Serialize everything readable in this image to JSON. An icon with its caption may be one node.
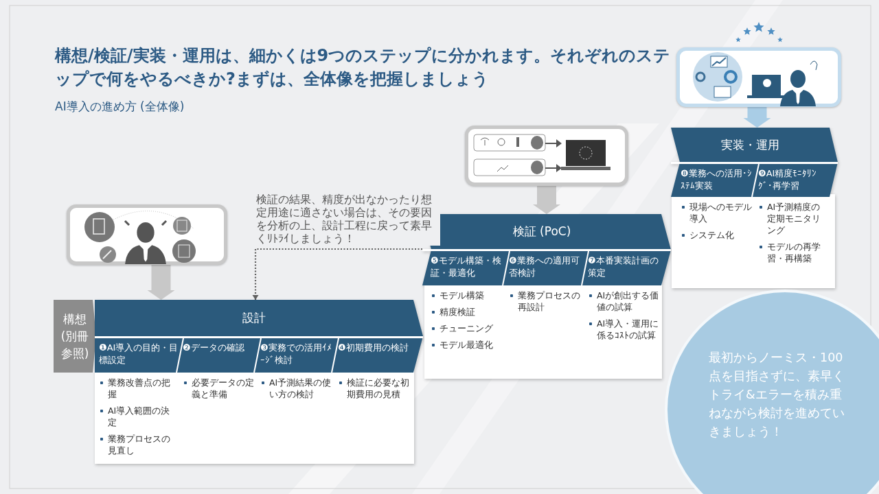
{
  "diagram": {
    "title": "構想/検証/実装・運用は、細かくは9つのステップに分かれます。それぞれのステップで何をやるべきか?まずは、全体像を把握しましょう",
    "nodes": [
      {
        "text": [
          "構想(別冊参照)"
        ]
      },
      {
        "text": [],
        "shape": "picture"
      },
      {
        "text": [
          "設計"
        ]
      },
      {
        "text": [
          "❶AI導入の目的・目標設定",
          "業務改善点の把握",
          "AI導入範囲の決定",
          "業務プロセスの見直し"
        ],
        "in": 2
      },
      {
        "text": [
          "❷データの確認",
          "必要データの定義と準備"
        ],
        "in": 2
      },
      {
        "text": [
          "❸実務での活用ｲﾒｰｼﾞ検討",
          "AI予測結果の使い方の検討"
        ],
        "in": 2
      },
      {
        "text": [
          "❹初期費用の検討",
          "検証に必要な初期費用の見積"
        ],
        "in": 2
      },
      {
        "text": [],
        "shape": "picture"
      },
      {
        "text": [
          "検証 (PoC)"
        ]
      },
      {
        "text": [
          "❺モデル構築・検証・最適化",
          "モデル構築",
          "精度検証",
          "チューニング",
          "モデル最適化"
        ],
        "in": 8
      },
      {
        "text": [
          "❻業務への適用可否検討",
          "業務プロセスの再設計"
        ],
        "in": 8
      },
      {
        "text": [
          "❼本番実装計画の策定",
          "AIが創出する価値の試算",
          "AI導入・運用に係るｺｽﾄの試算"
        ],
        "in": 8
      },
      {
        "text": [],
        "shape": "picture"
      },
      {
        "text": [
          "実装・運用"
        ]
      },
      {
        "text": [
          "❽業務への活用･ｼｽﾃﾑ実装",
          "現場へのモデル導入",
          "システム化"
        ],
        "in": 13
      },
      {
        "text": [
          "❾AI精度ﾓﾆﾀﾘﾝｸﾞ･再学習",
          "AI予測精度の定期モニタリング",
          "モデルの再学習・再構築"
        ],
        "in": 13
      },
      {
        "text": [
          "最初からノーミス・100点を目指さずに、素早くトライ&エラーを積み重ねながら検討を進めていきましょう！"
        ]
      }
    ],
    "edges": [
      {
        "from": 1,
        "to": 2,
        "arrow": "to"
      },
      {
        "from": 7,
        "to": 8,
        "arrow": "to"
      },
      {
        "from": 12,
        "to": 13,
        "arrow": "to",
        "color": "#a9cde6"
      },
      {
        "from": 8,
        "to": 2,
        "arrow": "to",
        "style": "dashed",
        "color": "#606060",
        "label": "検証の結果、精度が出なかったり想定用途に適さない場合は、その要因を分析の上、設計工程に戻って素早くﾘﾄﾗｲしましょう！"
      }
    ],
    "labels": [
      "AI導入の進め方 (全体像)"
    ]
  }
}
